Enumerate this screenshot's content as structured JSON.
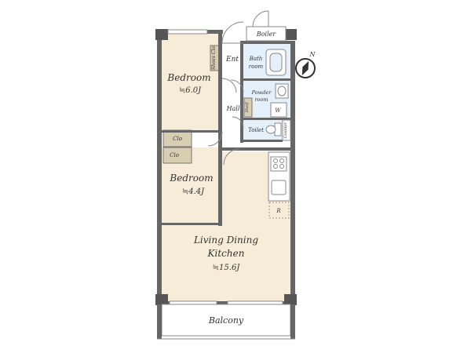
{
  "rooms": {
    "bedroom_top": {
      "name": "Bedroom",
      "size": "≒6.0J"
    },
    "bedroom_mid": {
      "name": "Bedroom",
      "size": "≒4.4J"
    },
    "ldk": {
      "line1": "Living Dining",
      "line2": "Kitchen",
      "size": "≒15.6J"
    },
    "balcony": "Balcony",
    "boiler": "Boiler",
    "entrance": "Ent",
    "shoes_closet": "Shoes Clo",
    "hall": "Hall",
    "bathroom": {
      "line1": "Bath",
      "line2": "room"
    },
    "powder_room": {
      "line1": "Powder",
      "line2": "room"
    },
    "shelf": "Shelf",
    "washer": "W",
    "toilet": "Toilet",
    "counter": "Counter",
    "closet_1": "Clo",
    "closet_2": "Clo",
    "refrigerator": "R"
  },
  "compass": {
    "label": "N"
  },
  "colors": {
    "wall": "#666666",
    "room_floor": "#f7ecd8",
    "wet_area": "#e4f1fb",
    "closet": "#d8ceb2",
    "line": "#777777"
  },
  "icons": [
    "bathtub-icon",
    "sink-icon",
    "toilet-icon",
    "stove-icon",
    "kitchen-sink-icon",
    "compass-icon"
  ]
}
